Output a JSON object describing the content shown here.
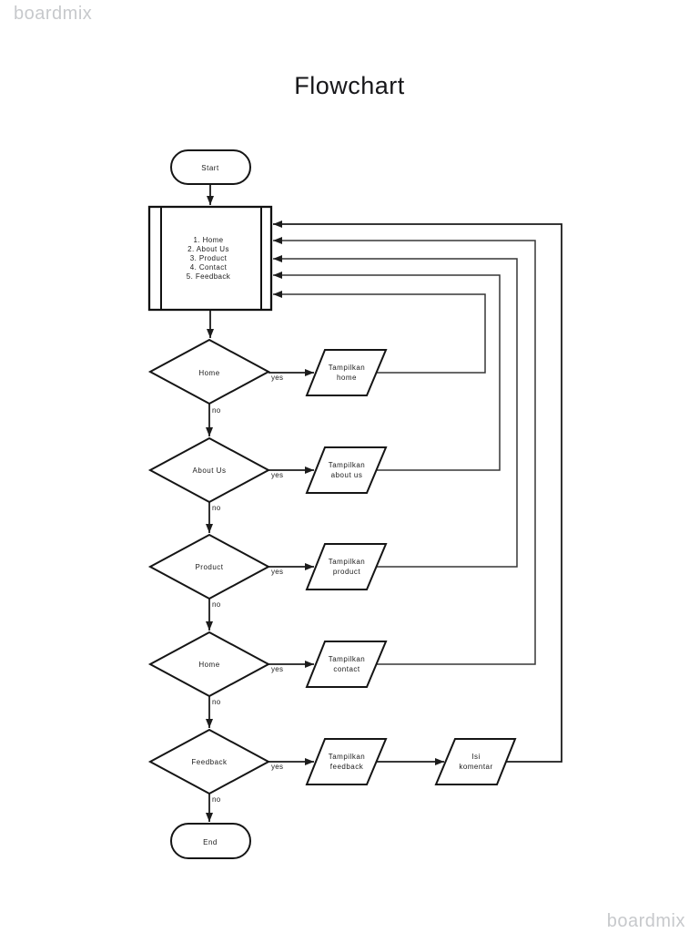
{
  "watermark": {
    "top_left": "boardmix",
    "bottom_right": "boardmix"
  },
  "title": "Flowchart",
  "colors": {
    "background": "#ffffff",
    "shape_stroke": "#151515",
    "connector": "#373737",
    "watermark": "#c7c9cc",
    "text": "#1c1c1c"
  },
  "flowchart": {
    "start": {
      "label": "Start"
    },
    "end": {
      "label": "End"
    },
    "menu": {
      "items": [
        "1.  Home",
        "2.  About Us",
        "3.  Product",
        "4.  Contact",
        "5.  Feedback"
      ]
    },
    "decisions": [
      {
        "label": "Home",
        "yes": "yes",
        "no": "no"
      },
      {
        "label": "About Us",
        "yes": "yes",
        "no": "no"
      },
      {
        "label": "Product",
        "yes": "yes",
        "no": "no"
      },
      {
        "label": "Home",
        "yes": "yes",
        "no": "no"
      },
      {
        "label": "Feedback",
        "yes": "yes",
        "no": "no"
      }
    ],
    "outputs": [
      {
        "line1": "Tampilkan",
        "line2": "home"
      },
      {
        "line1": "Tampilkan",
        "line2": "about us"
      },
      {
        "line1": "Tampilkan",
        "line2": "product"
      },
      {
        "line1": "Tampilkan",
        "line2": "contact"
      },
      {
        "line1": "Tampilkan",
        "line2": "feedback"
      }
    ],
    "comment": {
      "line1": "Isi",
      "line2": "komentar"
    }
  }
}
